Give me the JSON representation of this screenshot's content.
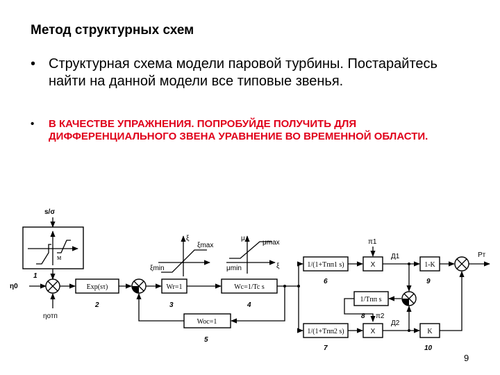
{
  "slide": {
    "title": "Метод структурных схем",
    "bullet1": "Структурная схема модели паровой турбины. Постарайтесь найти на данной модели все типовые звенья.",
    "bullet2": "В КАЧЕСТВЕ УПРАЖНЕНИЯ. ПОПРОБУЙДЕ ПОЛУЧИТЬ ДЛЯ ДИФФЕРЕНЦИАЛЬНОГО ЗВЕНА УРАВНЕНИЕ ВО ВРЕМЕННОЙ ОБЛАСТИ.",
    "bullet_marker": "•",
    "page_number": "9"
  },
  "diagram": {
    "labels": {
      "s_sigma": "s/σ",
      "eta0": "η0",
      "eta_opt": "ηотп",
      "xi_top": "ξ",
      "xi_max": "ξmax",
      "xi_min": "ξmin",
      "mu_top": "μ",
      "mu_max": "μmax",
      "mu_min": "μmin",
      "xi_axis": "ξ",
      "pi1": "π1",
      "pi2": "π2",
      "d1": "Д1",
      "d2": "Д2",
      "pt": "Pт",
      "dead_zone": "м"
    },
    "blocks": {
      "exp": "Exp(sτ)",
      "wr": "Wr=1",
      "wc": "Wc=1/Tc s",
      "woc": "Woc=1",
      "hp1": "1/(1+Tпп1 s)",
      "mult1": "X",
      "gain1": "1-K",
      "trs": "1/Tпп s",
      "hp2": "1/(1+Tпп2 s)",
      "mult2": "X",
      "gain2": "K"
    },
    "numbers": [
      "1",
      "2",
      "3",
      "4",
      "5",
      "6",
      "7",
      "8",
      "9",
      "10"
    ]
  }
}
